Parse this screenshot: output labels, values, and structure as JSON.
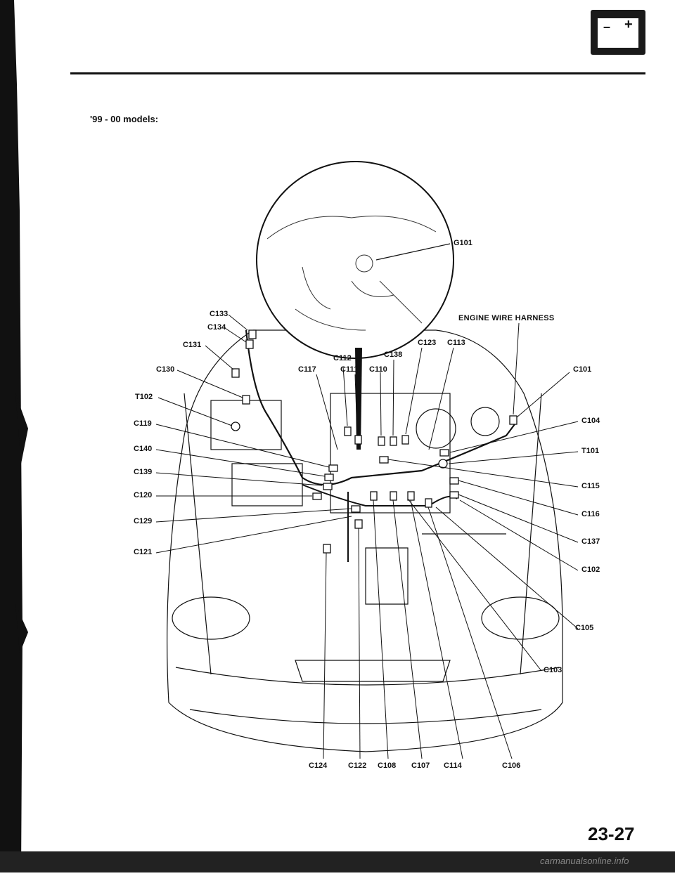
{
  "header": {
    "battery_minus": "–",
    "battery_plus": "+",
    "subtitle": "'99 - 00 models:"
  },
  "diagram": {
    "harness_title": "ENGINE WIRE HARNESS",
    "inset_label": "G101",
    "left_labels": [
      "C133",
      "C134",
      "C131",
      "C130",
      "T102",
      "C119",
      "C140",
      "C139",
      "C120",
      "C129",
      "C121"
    ],
    "top_labels": [
      "C112",
      "C117",
      "C111",
      "C110",
      "C138",
      "C123",
      "C113"
    ],
    "right_labels": [
      "C101",
      "C104",
      "T101",
      "C115",
      "C116",
      "C137",
      "C102",
      "C105",
      "C103"
    ],
    "bottom_labels": [
      "C124",
      "C122",
      "C108",
      "C107",
      "C114",
      "C106"
    ]
  },
  "footer": {
    "page_number": "23-27",
    "watermark": "carmanualsonline.info"
  }
}
